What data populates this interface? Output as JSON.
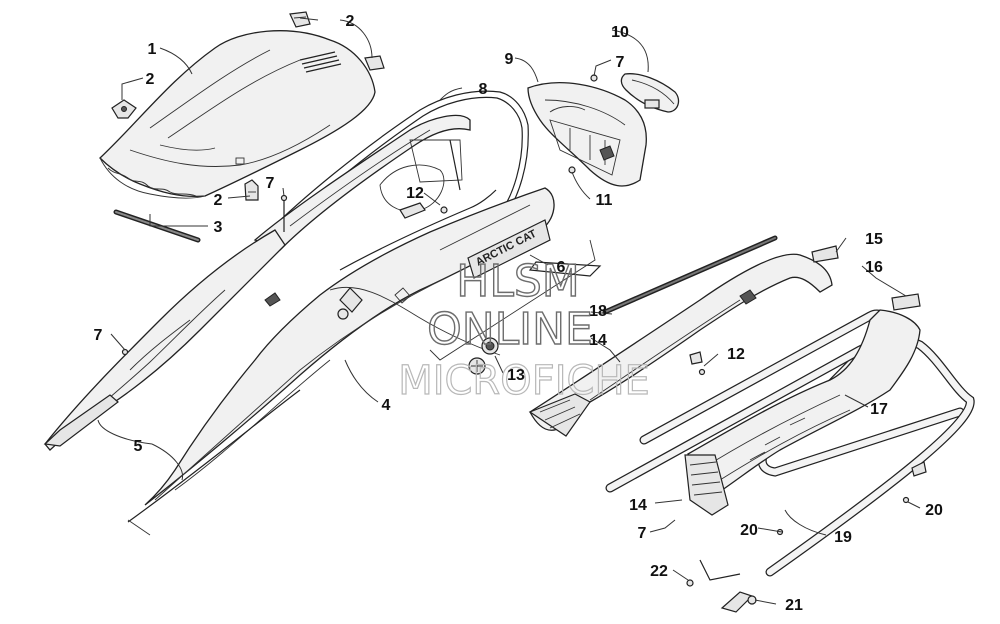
{
  "diagram": {
    "watermark": {
      "line1": "HLSM",
      "line2": "ONLINE",
      "line3": "MICROFICHE"
    },
    "callouts": [
      {
        "id": "c1",
        "label": "1"
      },
      {
        "id": "c2a",
        "label": "2"
      },
      {
        "id": "c2b",
        "label": "2"
      },
      {
        "id": "c2c",
        "label": "2"
      },
      {
        "id": "c3",
        "label": "3"
      },
      {
        "id": "c4",
        "label": "4"
      },
      {
        "id": "c5",
        "label": "5"
      },
      {
        "id": "c6",
        "label": "6"
      },
      {
        "id": "c7a",
        "label": "7"
      },
      {
        "id": "c7b",
        "label": "7"
      },
      {
        "id": "c7c",
        "label": "7"
      },
      {
        "id": "c7d",
        "label": "7"
      },
      {
        "id": "c8",
        "label": "8"
      },
      {
        "id": "c9",
        "label": "9"
      },
      {
        "id": "c10",
        "label": "10"
      },
      {
        "id": "c11",
        "label": "11"
      },
      {
        "id": "c12a",
        "label": "12"
      },
      {
        "id": "c12b",
        "label": "12"
      },
      {
        "id": "c13",
        "label": "13"
      },
      {
        "id": "c14a",
        "label": "14"
      },
      {
        "id": "c14b",
        "label": "14"
      },
      {
        "id": "c15",
        "label": "15"
      },
      {
        "id": "c16",
        "label": "16"
      },
      {
        "id": "c17",
        "label": "17"
      },
      {
        "id": "c18",
        "label": "18"
      },
      {
        "id": "c19",
        "label": "19"
      },
      {
        "id": "c20a",
        "label": "20"
      },
      {
        "id": "c20b",
        "label": "20"
      },
      {
        "id": "c21",
        "label": "21"
      },
      {
        "id": "c22",
        "label": "22"
      }
    ],
    "decal_text": "ARCTIC CAT"
  }
}
